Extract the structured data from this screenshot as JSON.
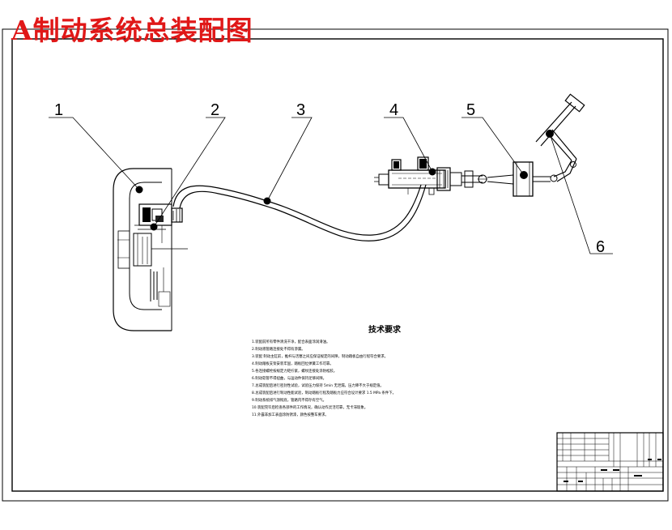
{
  "title": "A制动系统总装配图",
  "callouts": [
    "1",
    "2",
    "3",
    "4",
    "5",
    "6"
  ],
  "requirements": {
    "heading": "技术要求",
    "lines": [
      "1.装配前所有零件清洗干净，配合表面涂润滑油。",
      "2.制动液管路连接处不得有渗漏。",
      "3.装配 制动主缸前，推杆与活塞之间应保证规定的间隙，制动踏板自由行程符合要求。",
      "4.制动踏板支架安装牢固，踏板回位弹簧工作可靠。",
      "5.各连接螺栓按规定力矩拧紧，螺纹连接处涂防松胶。",
      "6.制动软管不得扭曲，与运动件保持足够间隙。",
      "7.总成装配后进行密封性试验，试验压力保持 5min 无泄漏，压力降不大于规定值。",
      "8.总成装配后进行制动性能试验，制动踏板行程及踏板力应符合设计要求 1.5 MPa 条件下。",
      "9.制动系统排气须彻底，管路内不得存有空气。",
      "10.装配完毕后检查各部件的工作情况，确认动作灵活可靠，无卡滞现象。",
      "11.外露非加工表面涂防锈漆，颜色按整车要求。"
    ]
  },
  "colors": {
    "title": "#e01818",
    "line": "#000000",
    "background": "#ffffff"
  }
}
